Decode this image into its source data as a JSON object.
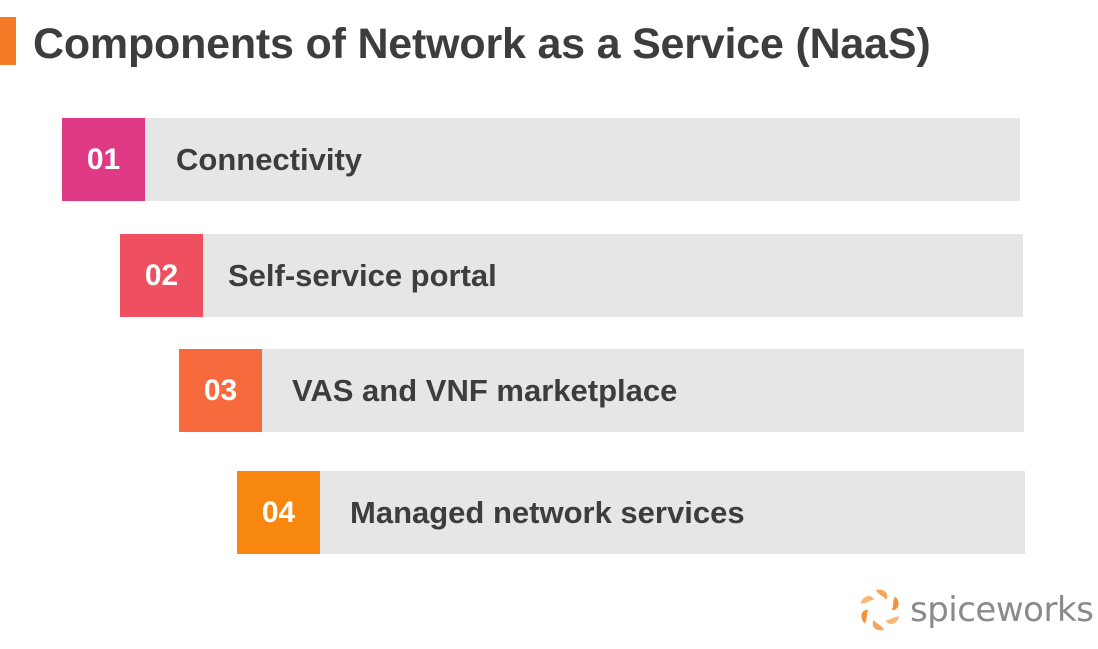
{
  "title": "Components of Network as a Service (NaaS)",
  "colors": {
    "accent": "#f47b28",
    "title_text": "#3d3d3d",
    "bar_background": "#e6e6e6"
  },
  "items": [
    {
      "number": "01",
      "label": "Connectivity",
      "color": "#e03a86"
    },
    {
      "number": "02",
      "label": "Self-service portal",
      "color": "#ee5060"
    },
    {
      "number": "03",
      "label": "VAS and VNF marketplace",
      "color": "#f66a3e"
    },
    {
      "number": "04",
      "label": "Managed network services",
      "color": "#f7870f"
    }
  ],
  "logo": {
    "text": "spiceworks",
    "icon": "spiceworks-logo-icon"
  }
}
